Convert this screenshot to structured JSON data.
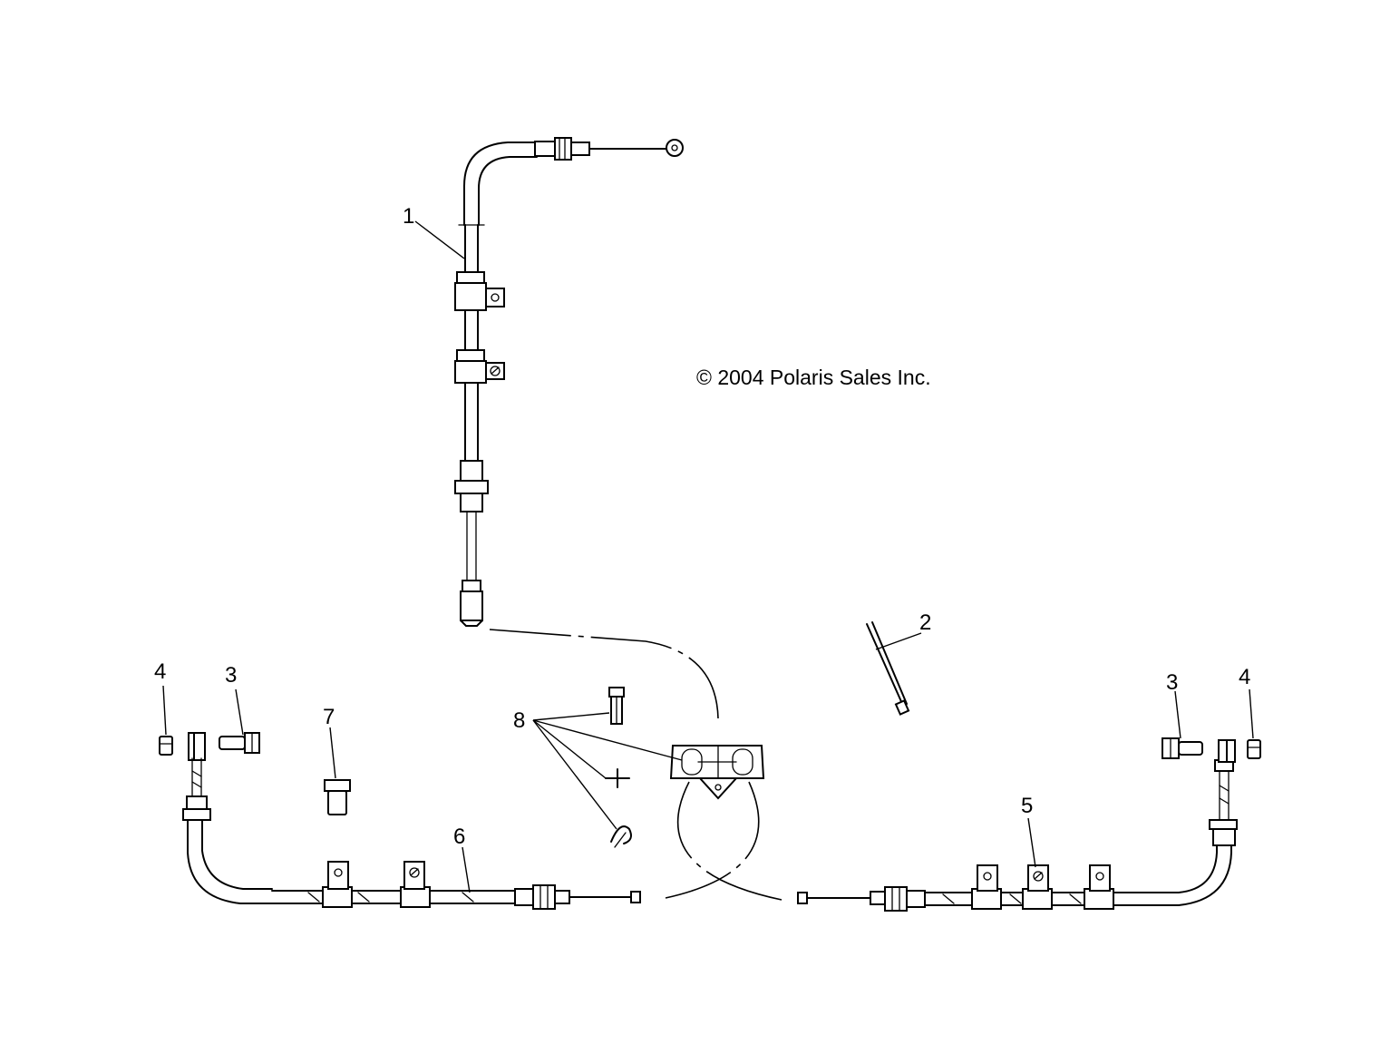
{
  "copyright": "© 2004 Polaris Sales Inc.",
  "callouts": {
    "c1": "1",
    "c2": "2",
    "c3_left": "3",
    "c3_right": "3",
    "c4_left": "4",
    "c4_right": "4",
    "c5": "5",
    "c6": "6",
    "c7": "7",
    "c8": "8"
  }
}
